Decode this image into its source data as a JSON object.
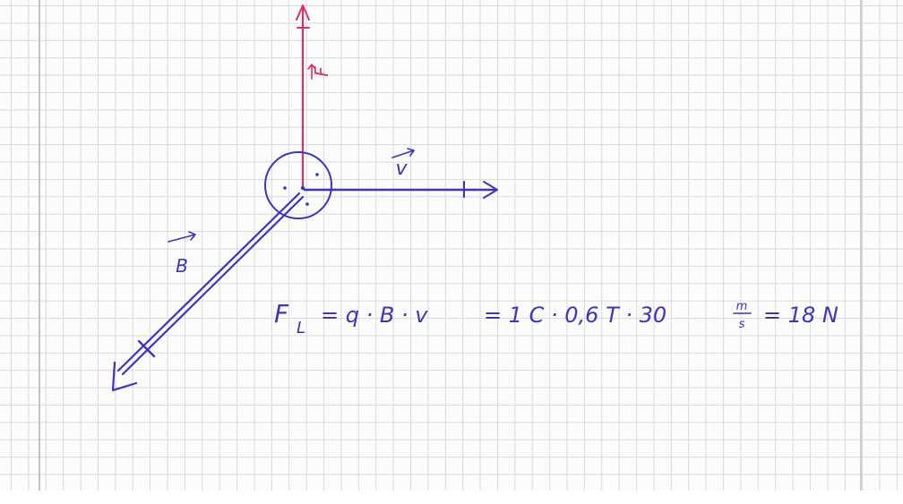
{
  "labels": {
    "force": "F",
    "velocity": "v",
    "field": "B"
  },
  "formula": {
    "lhs_symbol": "F",
    "lhs_subscript": "L",
    "rhs_symbolic": "= q · B · v",
    "rhs_numeric_prefix": "= 1 C · 0,6 T · 30",
    "unit_fraction_num": "m",
    "unit_fraction_den": "s",
    "result": "= 18 N"
  },
  "colors": {
    "blue_ink": "#3b35b8",
    "red_ink": "#d6336a",
    "grid": "#d6d9de"
  }
}
